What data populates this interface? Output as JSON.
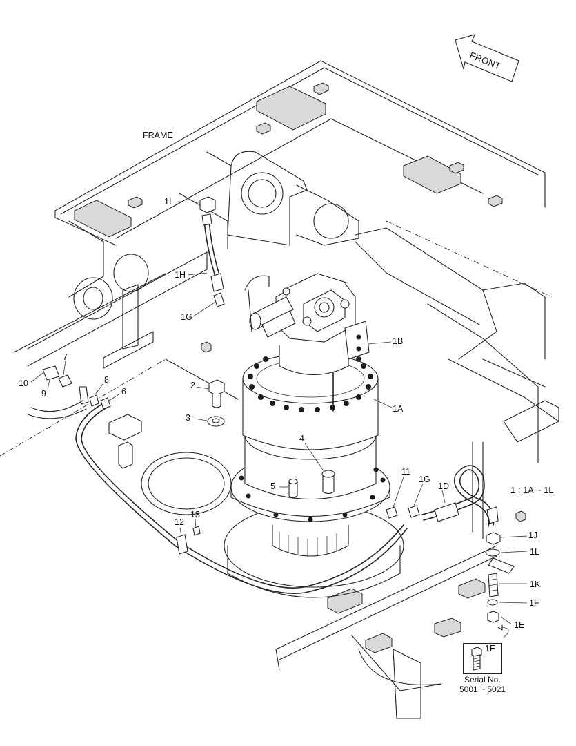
{
  "header": {
    "front_label": "FRONT",
    "frame_label": "FRAME"
  },
  "assembly_range": "1 : 1A ~ 1L",
  "callouts": [
    {
      "id": "1I",
      "text": "1I"
    },
    {
      "id": "1H",
      "text": "1H"
    },
    {
      "id": "1G_top",
      "text": "1G"
    },
    {
      "id": "1B",
      "text": "1B"
    },
    {
      "id": "1A",
      "text": "1A"
    },
    {
      "id": "2",
      "text": "2"
    },
    {
      "id": "3",
      "text": "3"
    },
    {
      "id": "4",
      "text": "4"
    },
    {
      "id": "5",
      "text": "5"
    },
    {
      "id": "6",
      "text": "6"
    },
    {
      "id": "7",
      "text": "7"
    },
    {
      "id": "8",
      "text": "8"
    },
    {
      "id": "9",
      "text": "9"
    },
    {
      "id": "10",
      "text": "10"
    },
    {
      "id": "11",
      "text": "11"
    },
    {
      "id": "12",
      "text": "12"
    },
    {
      "id": "13",
      "text": "13"
    },
    {
      "id": "1G_bottom",
      "text": "1G"
    },
    {
      "id": "1D",
      "text": "1D"
    },
    {
      "id": "1J",
      "text": "1J"
    },
    {
      "id": "1L",
      "text": "1L"
    },
    {
      "id": "1K",
      "text": "1K"
    },
    {
      "id": "1F",
      "text": "1F"
    },
    {
      "id": "1E",
      "text": "1E"
    }
  ],
  "inset": {
    "label": "1E",
    "serial_label": "Serial No.",
    "serial_range": "5001 ~ 5021"
  }
}
